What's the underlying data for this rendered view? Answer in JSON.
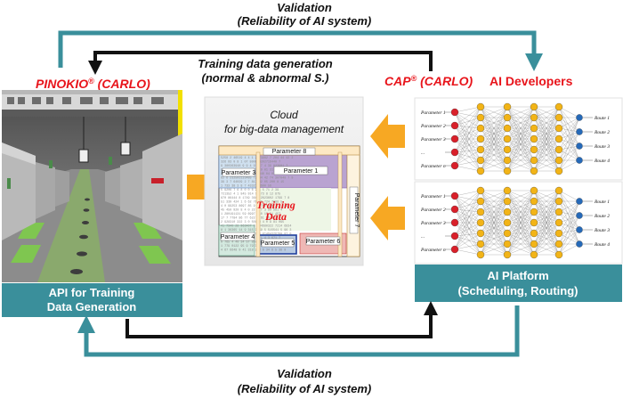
{
  "validation_top": {
    "line1": "Validation",
    "line2": "(Reliability of AI system)"
  },
  "validation_bottom": {
    "line1": "Validation",
    "line2": "(Reliability of AI system)"
  },
  "training_gen": {
    "line1": "Training data  generation",
    "line2": "(normal &  abnormal S.)"
  },
  "pinokio_label": {
    "name": "PINOKIO",
    "reg": "®",
    "suffix": "(CARLO)"
  },
  "cap_label": {
    "name": "CAP",
    "reg": "®",
    "suffix": "(CARLO)"
  },
  "ai_developers": "AI Developers",
  "cloud": {
    "line1": "Cloud",
    "line2": "for big-data management"
  },
  "table": {
    "params": [
      "Parameter 8",
      "Parameter 3",
      "Parameter 1",
      "Parameter 7",
      "Parameter 4",
      "Parameter 5",
      "Parameter 6"
    ],
    "center_line1": "Training",
    "center_line2": "Data"
  },
  "nn_top": {
    "inputs": [
      "Parameter 1",
      "Parameter 2",
      "Parameter 3",
      "...",
      "Parameter n"
    ],
    "outputs": [
      "Route 1",
      "Route 2",
      "Route 3",
      "Route 4"
    ]
  },
  "nn_bottom": {
    "inputs": [
      "Parameter 1",
      "Parameter 2",
      "Parameter 3",
      "...",
      "Parameter n"
    ],
    "outputs": [
      "Route 1",
      "Route 2",
      "Route 3",
      "Route 4"
    ]
  },
  "api_panel": {
    "line1": "API for Training",
    "line2": "Data Generation"
  },
  "ai_panel": {
    "line1": "AI Platform",
    "line2": "(Scheduling, Routing)"
  },
  "colors": {
    "teal": "#3a8f9b",
    "arrow_orange": "#f7a823",
    "label_red": "#e8141b",
    "black": "#111111"
  }
}
